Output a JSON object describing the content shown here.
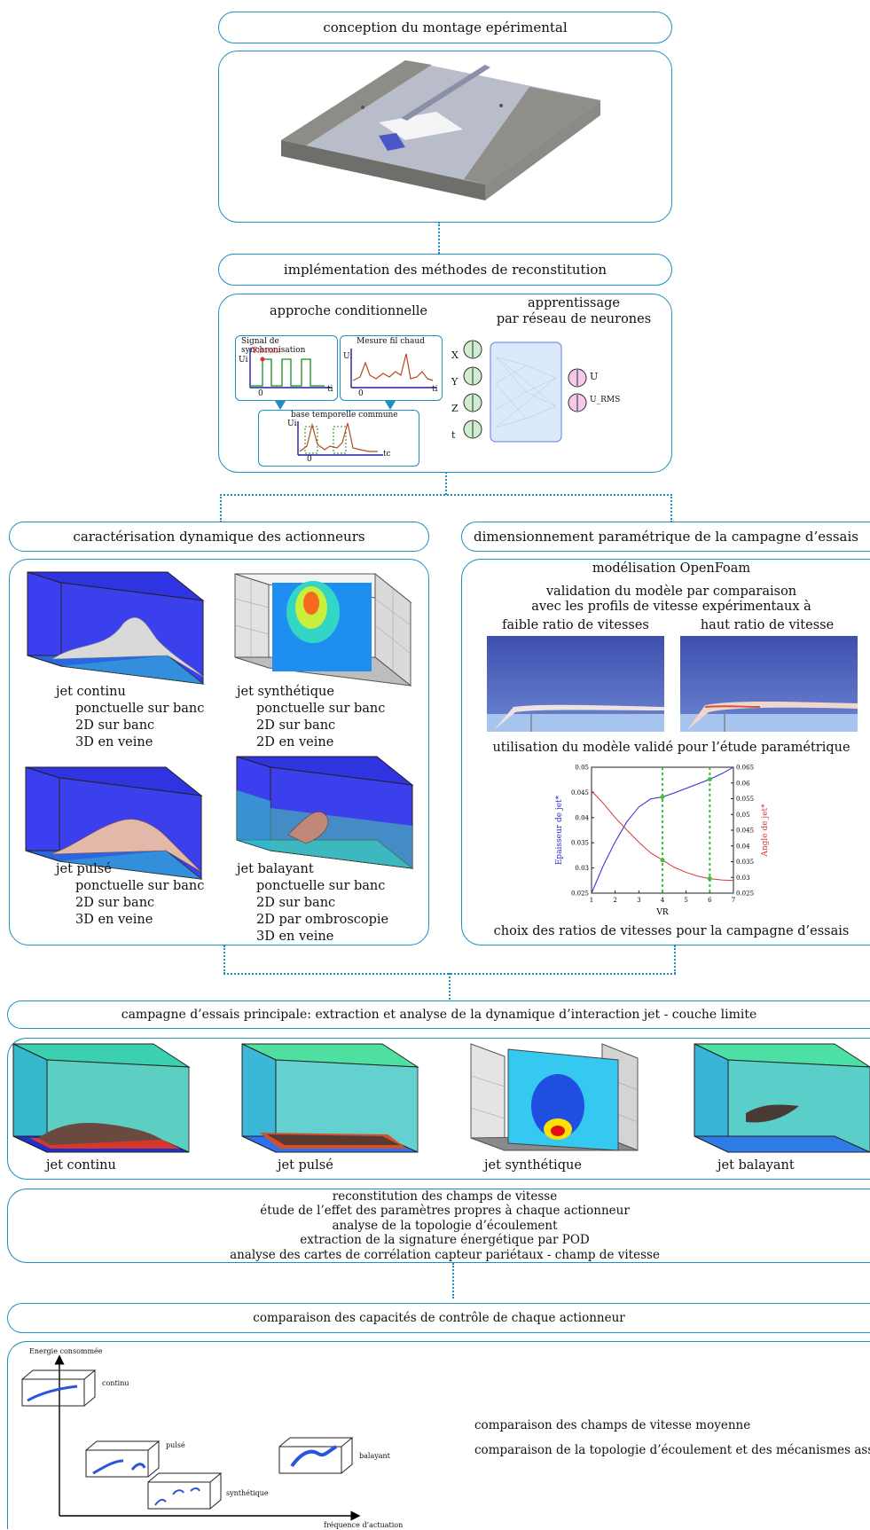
{
  "steps": {
    "s1": "conception du montage epérimental",
    "s2": "implémentation des méthodes de reconstitution",
    "s3a": "caractérisation dynamique des actionneurs",
    "s3b": "dimensionnement paramétrique de la campagne d’essais",
    "s4": "campagne d’essais principale: extraction et analyse de la dynamique d’interaction jet - couche limite",
    "s5": "comparaison des capacités de contrôle de chaque actionneur"
  },
  "recon": {
    "cond_title": "approche conditionnelle",
    "nn_title_1": "apprentissage",
    "nn_title_2": "par réseau de neurones",
    "sync_title": "Signal de synchronisation",
    "trigger": "Trigger",
    "fil_title": "Mesure fil chaud",
    "base_title": "base temporelle commune",
    "ui": "Ui",
    "ti": "ti",
    "tc": "tc",
    "zero": "0",
    "nn_inputs": [
      "X",
      "Y",
      "Z",
      "t"
    ],
    "nn_outputs": [
      "U",
      "U_RMS"
    ]
  },
  "actuators": {
    "continu": {
      "name": "jet continu",
      "items": [
        "ponctuelle sur banc",
        "2D sur banc",
        "3D en veine"
      ]
    },
    "synth": {
      "name": "jet synthétique",
      "items": [
        "ponctuelle sur banc",
        "2D sur banc",
        "2D en veine"
      ]
    },
    "pulse": {
      "name": "jet pulsé",
      "items": [
        "ponctuelle sur banc",
        "2D sur banc",
        "3D en veine"
      ]
    },
    "balayant": {
      "name": "jet balayant",
      "items": [
        "ponctuelle sur banc",
        "2D sur banc",
        "2D par ombroscopie",
        "3D en veine"
      ]
    }
  },
  "openfoam": {
    "title": "modélisation OpenFoam",
    "valid_1": "validation du modèle par comparaison",
    "valid_2": "avec les profils de vitesse expérimentaux  à",
    "low": "faible ratio de vitesses",
    "high": "haut ratio de vitesse",
    "usage": "utilisation du modèle validé pour l’étude paramétrique",
    "choice": "choix des ratios de vitesses pour la campagne d’essais"
  },
  "chart_data": {
    "type": "line",
    "xlabel": "VR",
    "ylabel": "Epaisseur de jet*",
    "y2label": "Angle de jet*",
    "xlim": [
      1,
      7
    ],
    "ylim": [
      0.025,
      0.05
    ],
    "y2lim": [
      0.025,
      0.065
    ],
    "x_ticks": [
      "1",
      "2",
      "3",
      "4",
      "5",
      "6",
      "7"
    ],
    "y_ticks": [
      "0.025",
      "0.03",
      "0.035",
      "0.04",
      "0.045",
      "0.05"
    ],
    "y2_ticks": [
      "0.025",
      "0.03",
      "0.035",
      "0.04",
      "0.045",
      "0.05",
      "0.055",
      "0.06",
      "0.065"
    ],
    "series": [
      {
        "axis": "left",
        "color": "#2a2ad0",
        "x": [
          1,
          1.5,
          2,
          2.5,
          3,
          3.5,
          4,
          4.5,
          5,
          5.5,
          6,
          6.5,
          7
        ],
        "y": [
          0.025,
          0.0305,
          0.0352,
          0.0392,
          0.0421,
          0.0437,
          0.0441,
          0.0449,
          0.0458,
          0.0467,
          0.0476,
          0.0487,
          0.05
        ]
      },
      {
        "axis": "right",
        "color": "#d23a3a",
        "x": [
          1,
          1.5,
          2,
          2.5,
          3,
          3.5,
          4,
          4.5,
          5,
          5.5,
          6,
          6.5,
          7
        ],
        "y": [
          0.0575,
          0.0535,
          0.049,
          0.045,
          0.0412,
          0.0378,
          0.0355,
          0.0332,
          0.0316,
          0.0304,
          0.0296,
          0.0292,
          0.029
        ]
      }
    ],
    "markers_x": [
      4,
      6
    ],
    "marker_color": "#3fbf3f"
  },
  "campaign": {
    "labels": [
      "jet continu",
      "jet pulsé",
      "jet synthétique",
      "jet balayant"
    ],
    "tasks": [
      "reconstitution des champs de vitesse",
      "étude de l’effet des paramètres propres à chaque actionneur",
      "analyse de la topologie d’écoulement",
      "extraction de la signature énergétique par POD",
      "analyse des cartes de corrélation capteur pariétaux - champ de vitesse"
    ]
  },
  "comparison": {
    "y_axis": "Energie consommée",
    "x_axis": "fréquence d’actuation",
    "boxes": [
      "continu",
      "pulsé",
      "balayant",
      "synthétique"
    ],
    "lines": [
      "comparaison des champs de vitesse moyenne",
      "comparaison de la topologie d’écoulement et des mécanismes associés"
    ]
  },
  "colors": {
    "accent": "#1d8fc2"
  }
}
